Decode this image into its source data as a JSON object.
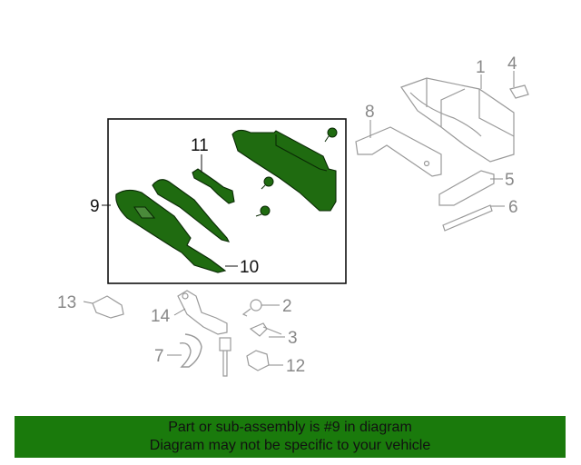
{
  "diagram": {
    "callouts": {
      "c1": "1",
      "c2": "2",
      "c3": "3",
      "c4": "4",
      "c5": "5",
      "c6": "6",
      "c7": "7",
      "c8": "8",
      "c9": "9",
      "c10": "10",
      "c11": "11",
      "c12": "12",
      "c13": "13",
      "c14": "14"
    },
    "colors": {
      "highlight": "#1f6b10",
      "highlight_outline": "#0a2a05",
      "dim_line": "#9a9a9a",
      "banner_bg": "#1a7a0c"
    }
  },
  "banner": {
    "line1": "Part or sub-assembly is #9 in diagram",
    "line2": "Diagram may not be specific to your vehicle"
  }
}
